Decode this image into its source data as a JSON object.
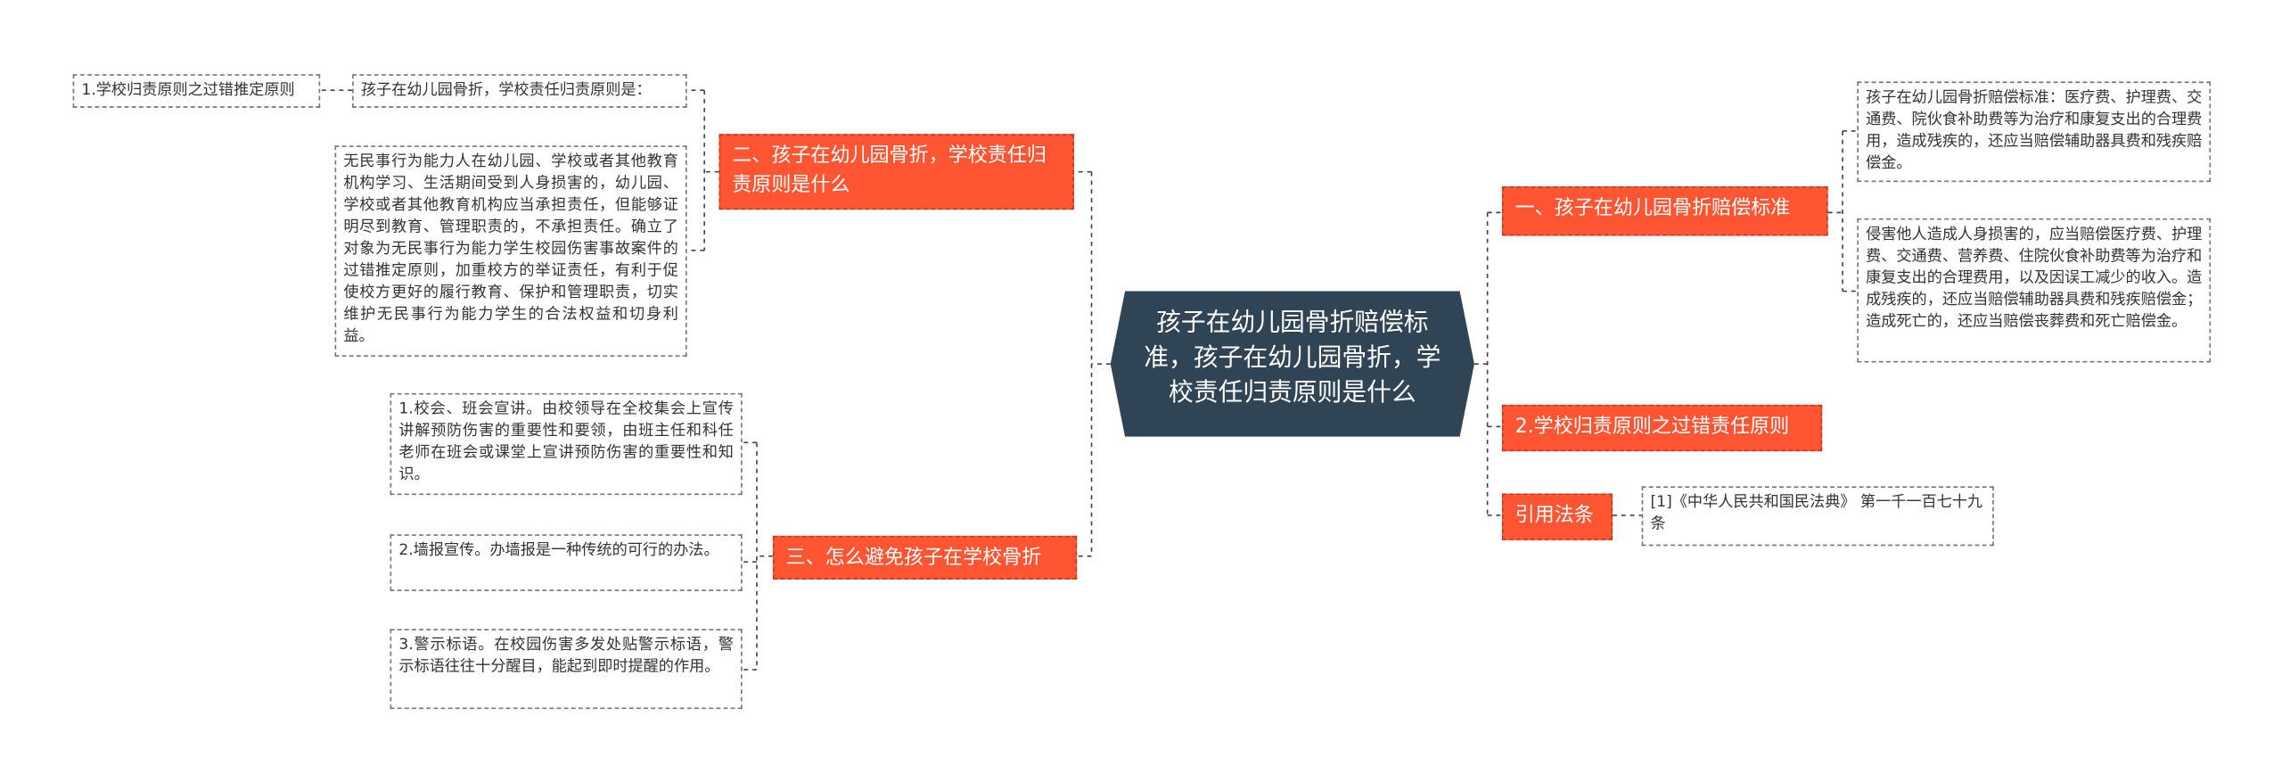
{
  "center": {
    "title": "孩子在幼儿园骨折赔偿标准，孩子在幼儿园骨折，学校责任归责原则是什么"
  },
  "left": {
    "branch2": {
      "label": "二、孩子在幼儿园骨折，学校责任归责原则是什么",
      "sub_label": "孩子在幼儿园骨折，学校责任归责原则是：",
      "sub_child": "1.学校归责原则之过错推定原则",
      "detail": "无民事行为能力人在幼儿园、学校或者其他教育机构学习、生活期间受到人身损害的，幼儿园、学校或者其他教育机构应当承担责任，但能够证明尽到教育、管理职责的，不承担责任。确立了对象为无民事行为能力学生校园伤害事故案件的过错推定原则，加重校方的举证责任，有利于促使校方更好的履行教育、保护和管理职责，切实维护无民事行为能力学生的合法权益和切身利益。"
    },
    "branch3": {
      "label": "三、怎么避免孩子在学校骨折",
      "items": [
        "1.校会、班会宣讲。由校领导在全校集会上宣传讲解预防伤害的重要性和要领，由班主任和科任老师在班会或课堂上宣讲预防伤害的重要性和知识。",
        "2.墙报宣传。办墙报是一种传统的可行的办法。",
        "3.警示标语。在校园伤害多发处贴警示标语，警示标语往往十分醒目，能起到即时提醒的作用。"
      ]
    }
  },
  "right": {
    "branch1": {
      "label": "一、孩子在幼儿园骨折赔偿标准",
      "items": [
        "孩子在幼儿园骨折赔偿标准：医疗费、护理费、交通费、院伙食补助费等为治疗和康复支出的合理费用，造成残疾的，还应当赔偿辅助器具费和残疾赔偿金。",
        "侵害他人造成人身损害的，应当赔偿医疗费、护理费、交通费、营养费、住院伙食补助费等为治疗和康复支出的合理费用，以及因误工减少的收入。造成残疾的，还应当赔偿辅助器具费和残疾赔偿金；造成死亡的，还应当赔偿丧葬费和死亡赔偿金。"
      ]
    },
    "branch_fault": {
      "label": "2.学校归责原则之过错责任原则"
    },
    "branch_cite": {
      "label": "引用法条",
      "item": "[1]《中华人民共和国民法典》 第一千一百七十九条"
    }
  },
  "colors": {
    "branch": "#ff5533",
    "center": "#2f4454",
    "line": "#444444",
    "leaf_border": "#777777"
  }
}
